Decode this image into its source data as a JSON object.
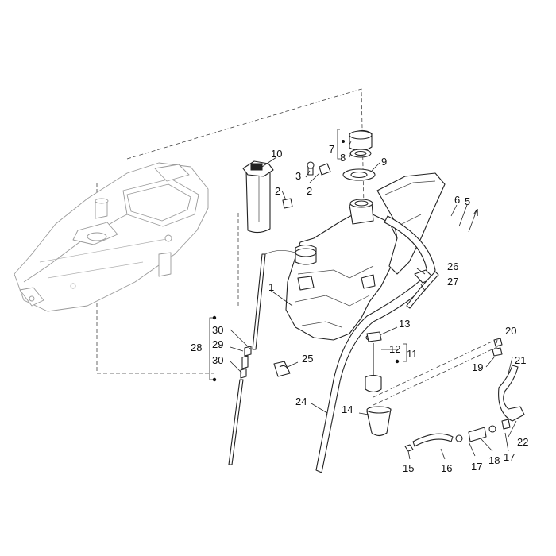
{
  "callouts": {
    "c1": "1",
    "c2a": "2",
    "c2b": "2",
    "c3": "3",
    "c4": "4",
    "c5": "5",
    "c6": "6",
    "c7": "7",
    "c8": "8",
    "c9": "9",
    "c10": "10",
    "c11": "11",
    "c12": "12",
    "c13": "13",
    "c14": "14",
    "c15": "15",
    "c16": "16",
    "c17a": "17",
    "c17b": "17",
    "c18": "18",
    "c19": "19",
    "c20": "20",
    "c21": "21",
    "c22": "22",
    "c24": "24",
    "c25": "25",
    "c26": "26",
    "c27": "27",
    "c28": "28",
    "c29": "29",
    "c30a": "30",
    "c30b": "30"
  }
}
